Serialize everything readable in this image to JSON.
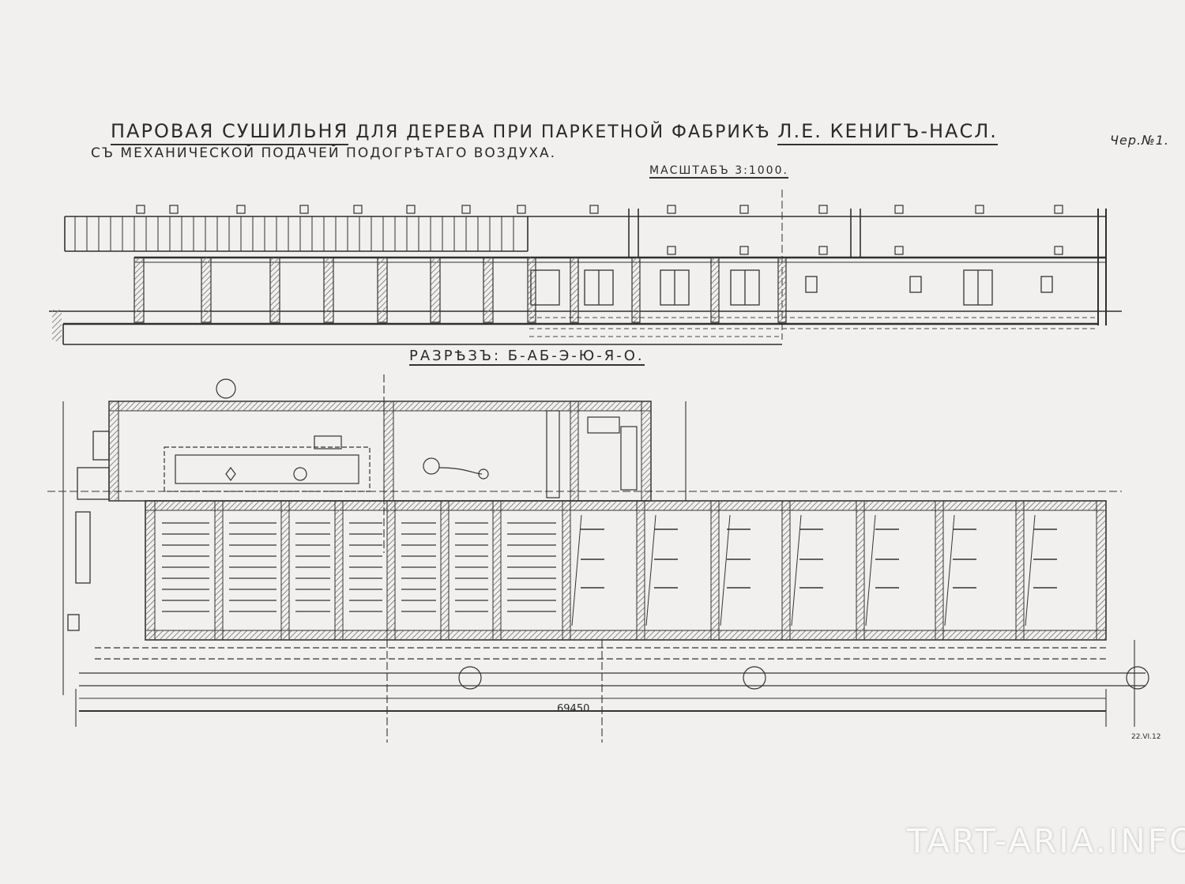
{
  "drawing": {
    "title_line1": {
      "part1": "ПАРОВАЯ СУШИЛЬНЯ",
      "part2": "ДЛЯ ДЕРЕВА ПРИ ПАРКЕТНОЙ ФАБРИКѢ",
      "part3": "Л.Е. КЕНИГЪ-НАСЛ."
    },
    "title_line2": "СЪ МЕХАНИЧЕСКОЙ ПОДАЧЕЙ ПОДОГРѢТАГО ВОЗДУХА.",
    "sheet_number": "Чер.№1.",
    "scale_label": "МАСШТАБЪ 3:1000.",
    "section_label": "РАЗРѢЗЪ: Б-АБ-Э-Ю-Я-О.",
    "overall_dimension": "69450",
    "date_mark": "22.VI.12"
  },
  "watermark": "TART-ARIA.INFO",
  "colors": {
    "paper": "#f1f0ee",
    "ink": "#2a2a2a",
    "wall_hatch": "#8a8a8a"
  }
}
